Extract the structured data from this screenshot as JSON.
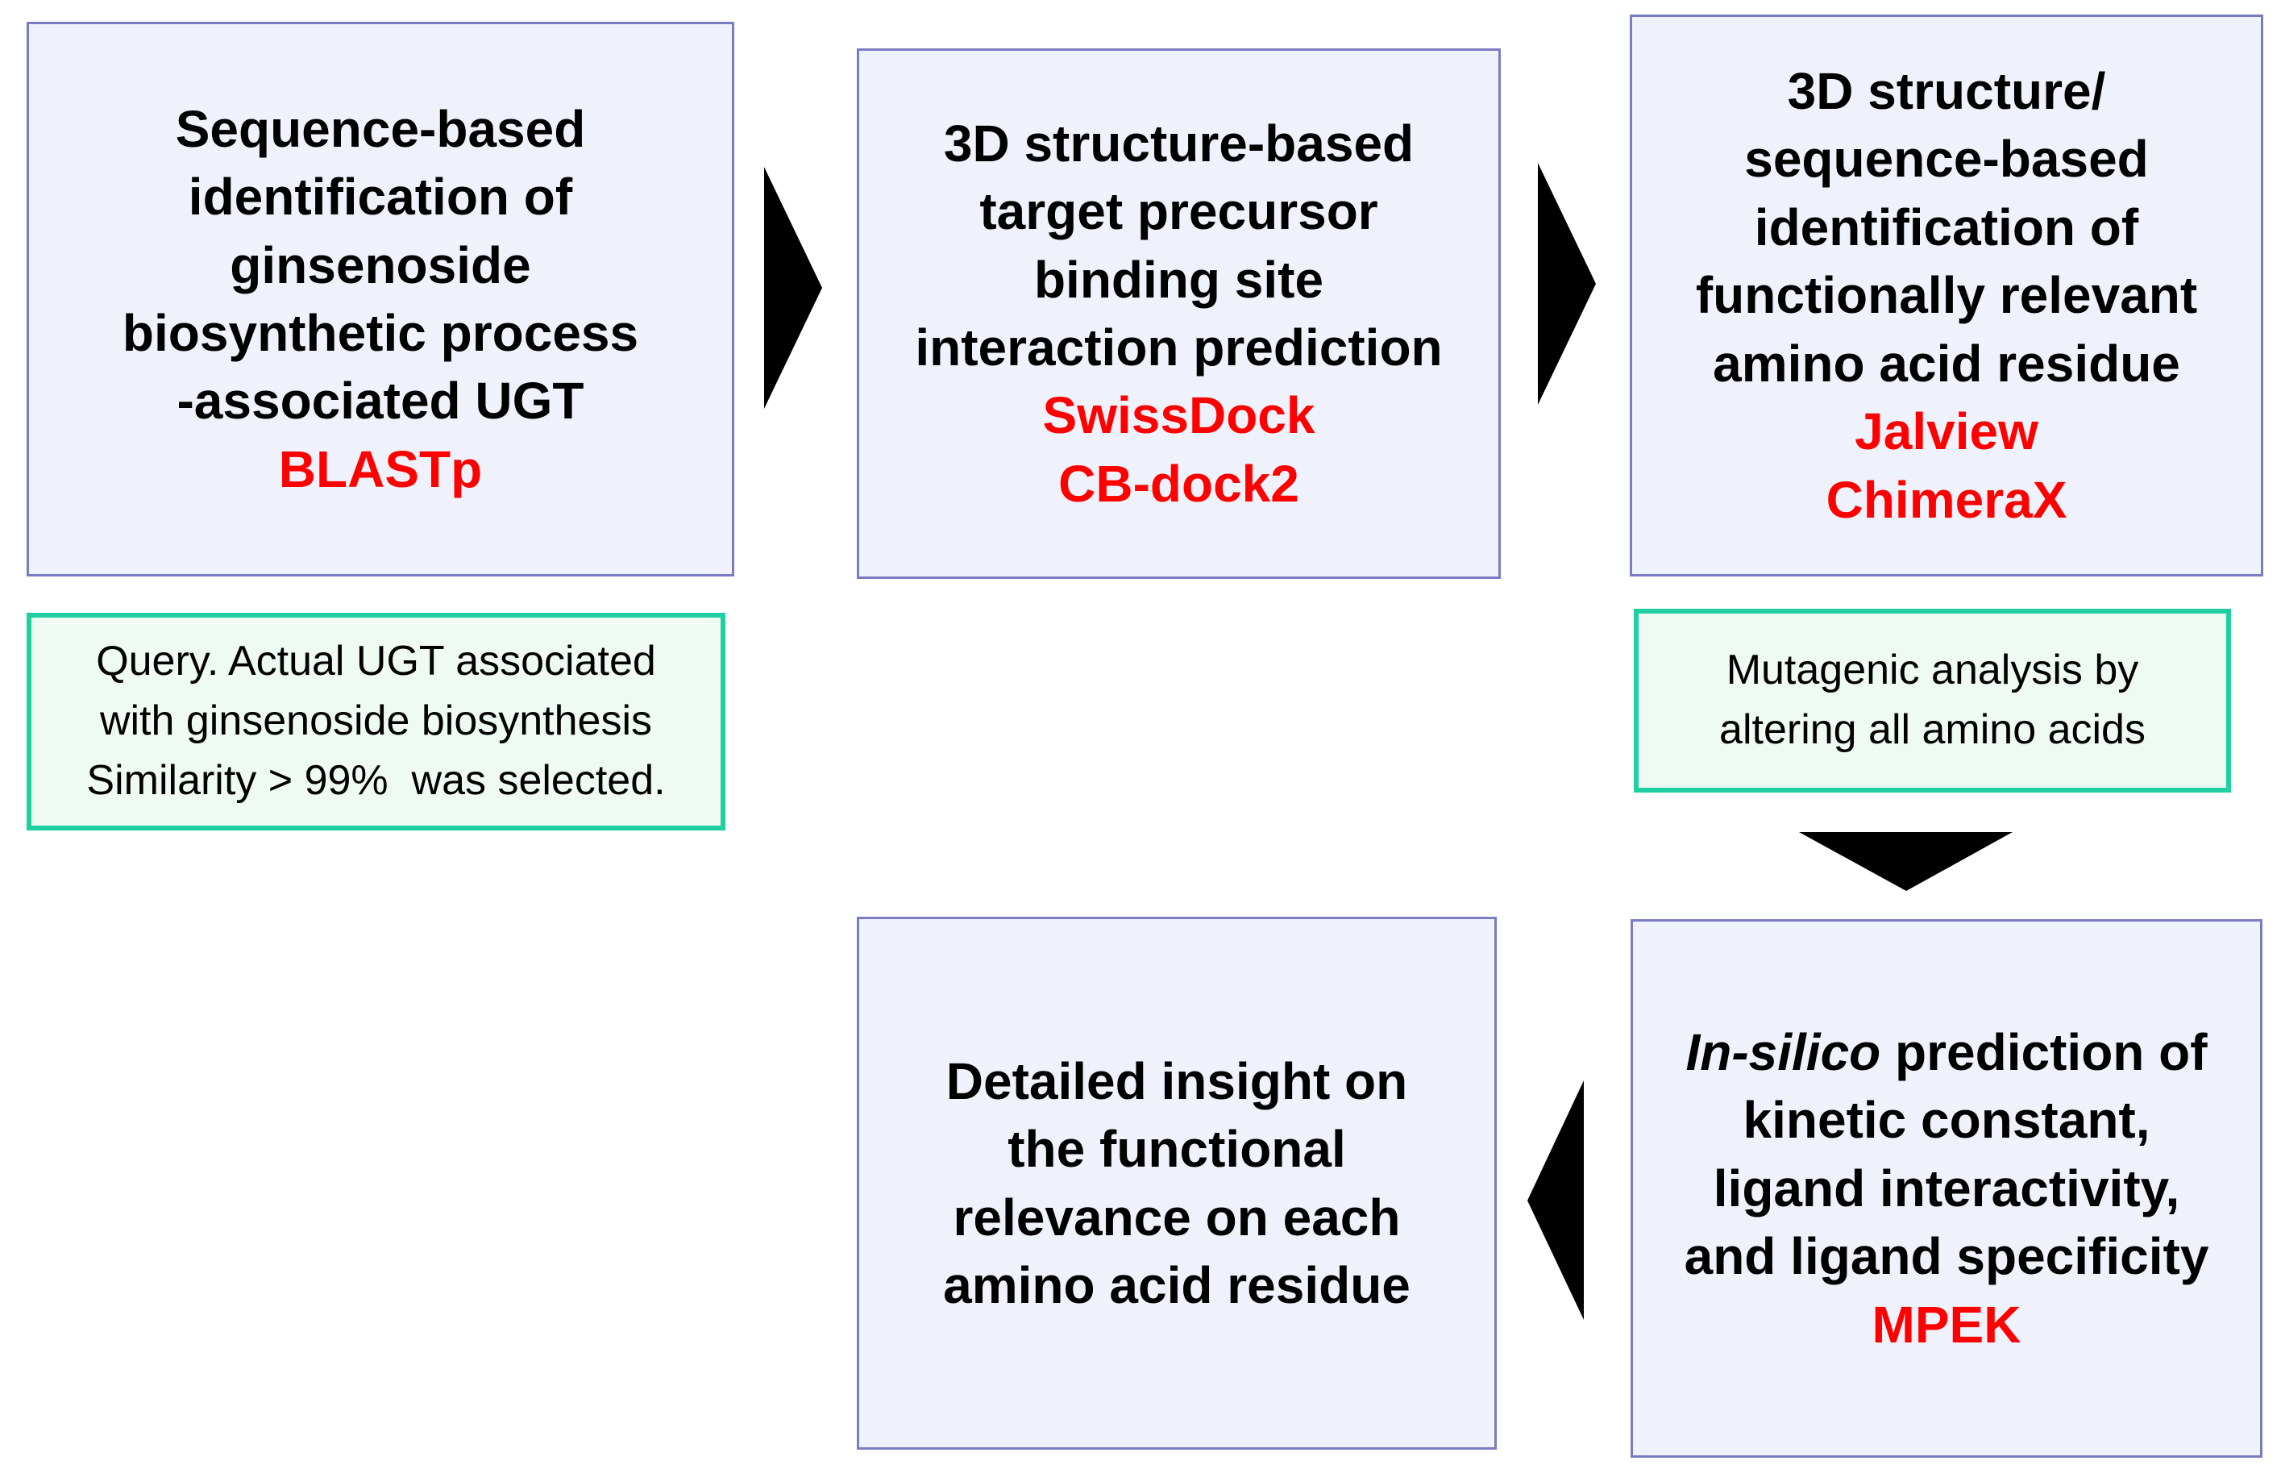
{
  "flowchart": {
    "boxes": {
      "seq_identification": {
        "text": "Sequence-based\nidentification of\nginsenoside\nbiosynthetic process\n-associated UGT",
        "tools": "BLASTp"
      },
      "docking": {
        "text": "3D structure-based\ntarget precursor\nbinding site\ninteraction prediction",
        "tools": "SwissDock\nCB-dock2"
      },
      "residue_identification": {
        "text": "3D structure/\nsequence-based\nidentification of\nfunctionally relevant\namino acid residue",
        "tools": "Jalview\nChimeraX"
      },
      "query_note": {
        "text": "Query. Actual UGT associated\nwith ginsenoside biosynthesis\nSimilarity > 99%  was selected."
      },
      "mutagenic_note": {
        "text": "Mutagenic analysis by\naltering all amino acids"
      },
      "insilico": {
        "title_italic": "In-silico",
        "title_rest": " prediction of\nkinetic constant,\nligand interactivity,\nand ligand specificity",
        "tools": "MPEK"
      },
      "insight": {
        "text": "Detailed insight on\nthe functional\nrelevance on each\namino acid residue"
      }
    },
    "colors": {
      "box_border": "#7B7BC4",
      "box_fill": "#EFF2FB",
      "note_border": "#1FCFA2",
      "note_fill": "#EFFAF3",
      "tool_text": "#FF0000",
      "arrow": "#000000"
    }
  }
}
